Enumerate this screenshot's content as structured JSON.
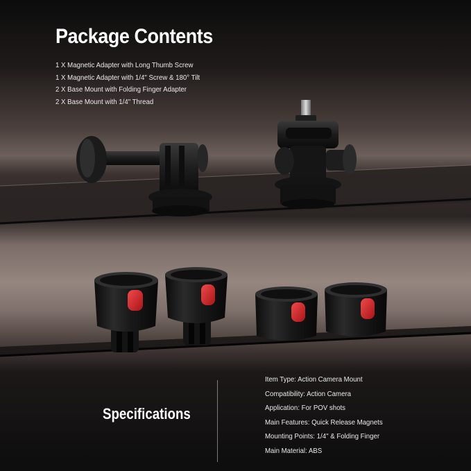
{
  "header": {
    "title": "Package Contents"
  },
  "contents": [
    "1 X Magnetic Adapter with Long Thumb Screw",
    "1 X Magnetic Adapter with 1/4\" Screw & 180° Tilt",
    "2 X Base Mount with Folding Finger Adapter",
    "2 X Base Mount with 1/4\" Thread"
  ],
  "specifications": {
    "title": "Specifications",
    "items": [
      {
        "label": "Item Type",
        "value": "Action Camera Mount"
      },
      {
        "label": "Compatibility",
        "value": "Action Camera"
      },
      {
        "label": "Application",
        "value": "For POV shots"
      },
      {
        "label": "Main Features",
        "value": "Quick Release Magnets"
      },
      {
        "label": "Mounting Points",
        "value": "1/4\" & Folding Finger"
      },
      {
        "label": "Main Material",
        "value": "ABS"
      }
    ]
  },
  "colors": {
    "background_dark": "#0c0c0c",
    "shelf_warm": "#968680",
    "release_button": "#d8262c",
    "mount_body": "#1a1a1a"
  }
}
